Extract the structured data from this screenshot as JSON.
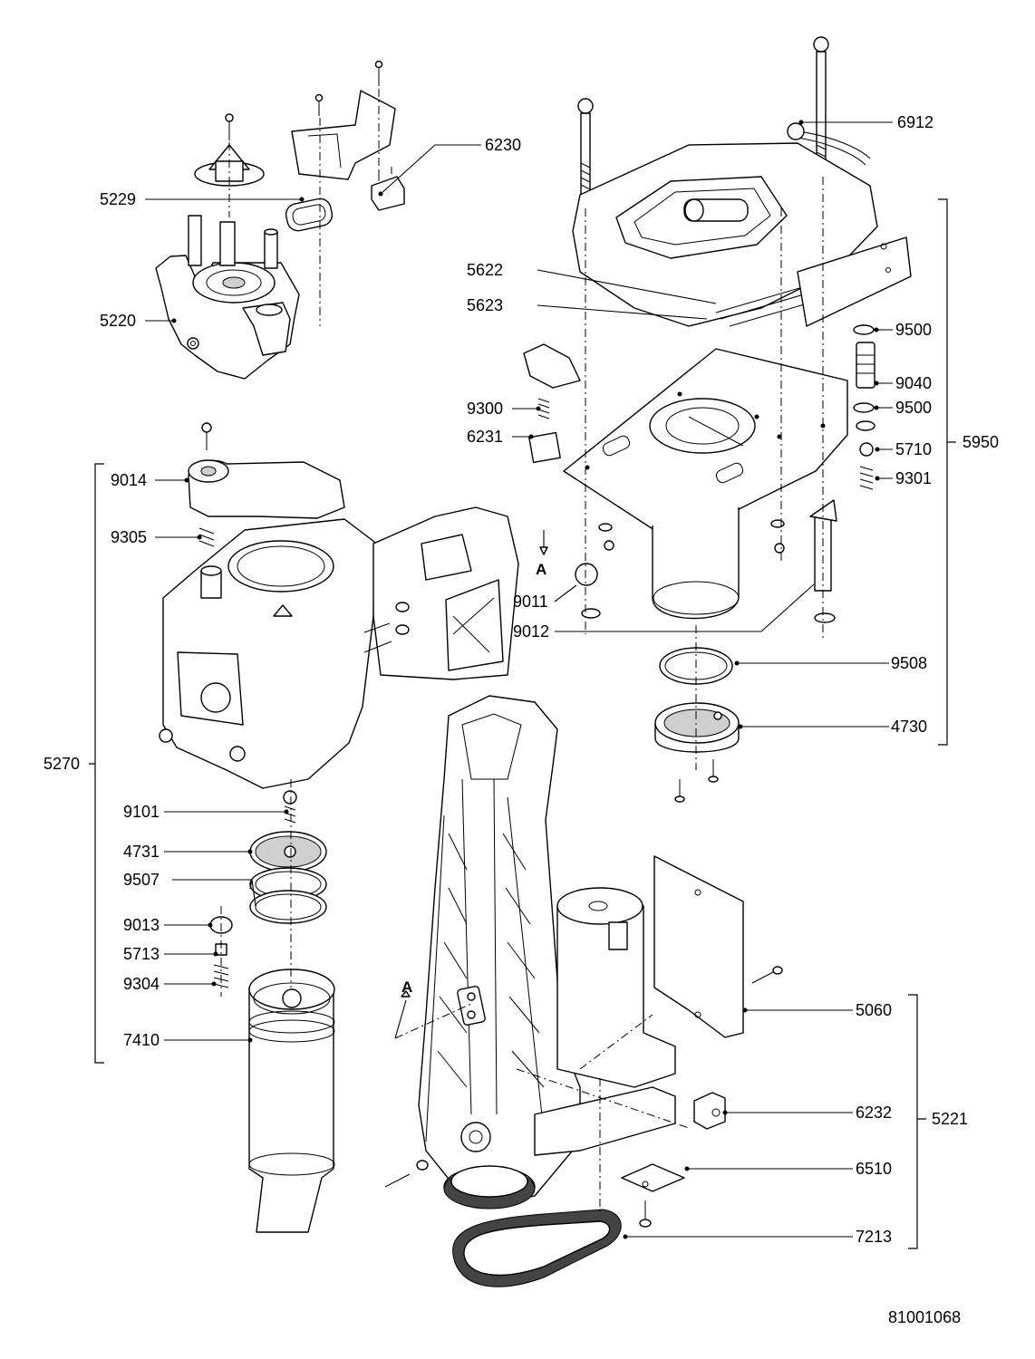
{
  "document_number": "81001068",
  "section_marker": "A",
  "callouts": {
    "c6912": "6912",
    "c6230": "6230",
    "c5229": "5229",
    "c5220": "5220",
    "c5622": "5622",
    "c5623": "5623",
    "c9500a": "9500",
    "c9040": "9040",
    "c9500b": "9500",
    "c5950": "5950",
    "c9300": "9300",
    "c6231": "6231",
    "c5710": "5710",
    "c9301": "9301",
    "c9014": "9014",
    "c9305": "9305",
    "c9011": "9011",
    "c9012": "9012",
    "c9508": "9508",
    "c4730": "4730",
    "c5270": "5270",
    "c9101": "9101",
    "c4731": "4731",
    "c9507": "9507",
    "c9013": "9013",
    "c5713": "5713",
    "c9304": "9304",
    "c7410": "7410",
    "c5060": "5060",
    "c6232": "6232",
    "c5221": "5221",
    "c6510": "6510",
    "c7213": "7213"
  }
}
